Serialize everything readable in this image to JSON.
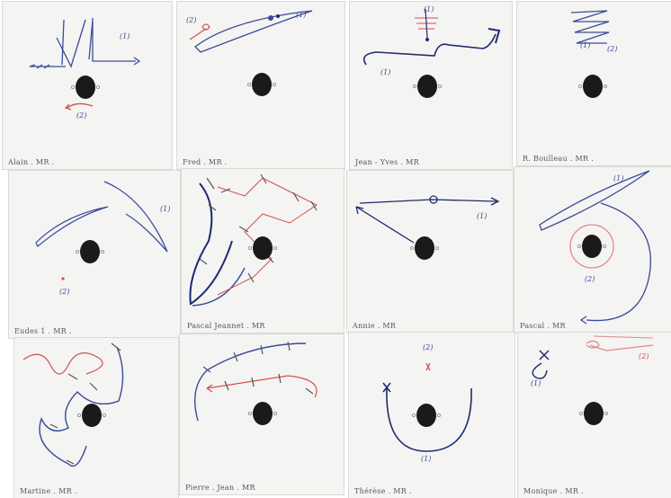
{
  "colors": {
    "ink_blue": "#3a4a9a",
    "ink_dark": "#1e2a6e",
    "ink_red": "#d05050",
    "ink_pink": "#e08a8a",
    "head": "#1a1a1a",
    "paper": "#f4f4f2",
    "caption": "#55565e"
  },
  "sheets": [
    {
      "caption": "Alain . MR .",
      "marks": [
        "(1)",
        "(2)"
      ]
    },
    {
      "caption": "Fred . MR .",
      "marks": [
        "(2)",
        "(1)"
      ]
    },
    {
      "caption": "Jean - Yves . MR",
      "marks": [
        "(1)",
        "(1)"
      ]
    },
    {
      "caption": "R. Boulleau . MR .",
      "marks": [
        "(1)",
        "(2)"
      ]
    },
    {
      "caption": "Eudes 1 . MR .",
      "marks": [
        "(1)",
        "(2)"
      ]
    },
    {
      "caption": "Pascal Jeannet . MR",
      "marks": []
    },
    {
      "caption": "Annie . MR",
      "marks": [
        "(1)"
      ]
    },
    {
      "caption": "Pascal . MR",
      "marks": [
        "(1)",
        "(2)"
      ]
    },
    {
      "caption": "Martine . MR .",
      "marks": []
    },
    {
      "caption": "Pierre . Jean . MR",
      "marks": []
    },
    {
      "caption": "Thérèse . MR .",
      "marks": [
        "(2)",
        "(1)"
      ]
    },
    {
      "caption": "Monique . MR .",
      "marks": [
        "(1)",
        "(2)"
      ]
    }
  ]
}
